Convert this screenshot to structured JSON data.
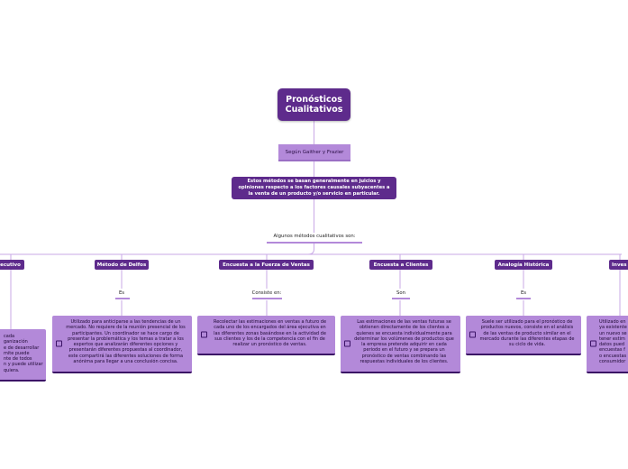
{
  "root": {
    "title": "Pronósticos Cualitativos"
  },
  "author_note": "Según Gaither y Frazier",
  "description": "Estos métodos se basan generalmente en juicios y opiniones respecto a los factores causales subyacentes a la venta de un producto y/o servicio en particular.",
  "methods_label": "Algunos métodos cualitativos son:",
  "colors": {
    "dark": "#5e2b8c",
    "light": "#b389d9",
    "line": "#c9a8e6",
    "underline": "#3b1366"
  },
  "branches": [
    {
      "title": "ecutivo",
      "connector": "",
      "text": "cada\nganización\ne de desarrollar\nmite puede\nnte de todos\nn y puede utilizar\nquiera."
    },
    {
      "title": "Método de Delfos",
      "connector": "Es",
      "text": "Utilizado para anticiparse a las tendencias de un mercado. No requiere de la reunión presencial de los participantes. Un coordinador se hace cargo de presentar la problemática y los temas a tratar a los expertos que analizarán diferentes opciones y presentarán diferentes propuestas al coordinador, este compartirá las diferentes soluciones de forma anónima para llegar a una conclusión concisa."
    },
    {
      "title": "Encuesta a la Fuerza de Ventas",
      "connector": "Consiste en:",
      "text": "Recolectar las estimaciones en ventas a futuro de cada uno de los encargados del área ejecutiva en las diferentes zonas basándose en la actividad de sus clientes y los de la competencia con el fin de realizar un pronóstico de ventas."
    },
    {
      "title": "Encuesta a Clientes",
      "connector": "Son",
      "text": "Las estimaciones de las ventas futuras se obtienen directamente de los clientes a quienes se encuesta individualmente para determinar los volúmenes de productos que la empresa pretende adquirir en cada periodo en el futuro y se prepara un pronóstico de ventas combinando las respuestas individuales de los clientes."
    },
    {
      "title": "Analogía Histórica",
      "connector": "Es",
      "text": "Suele ser utilizado para el pronóstico de productos nuevos, consiste en el análisis de las ventas de producto similar en el mercado durante las diferentes etapas de su ciclo de vida."
    },
    {
      "title": "Inves",
      "connector": "",
      "text": "Utilizado en\nya existente\nun nuevo se\ntener estim\ndatos pued\nencuestas f\no encuestas\nconsumidor"
    }
  ]
}
